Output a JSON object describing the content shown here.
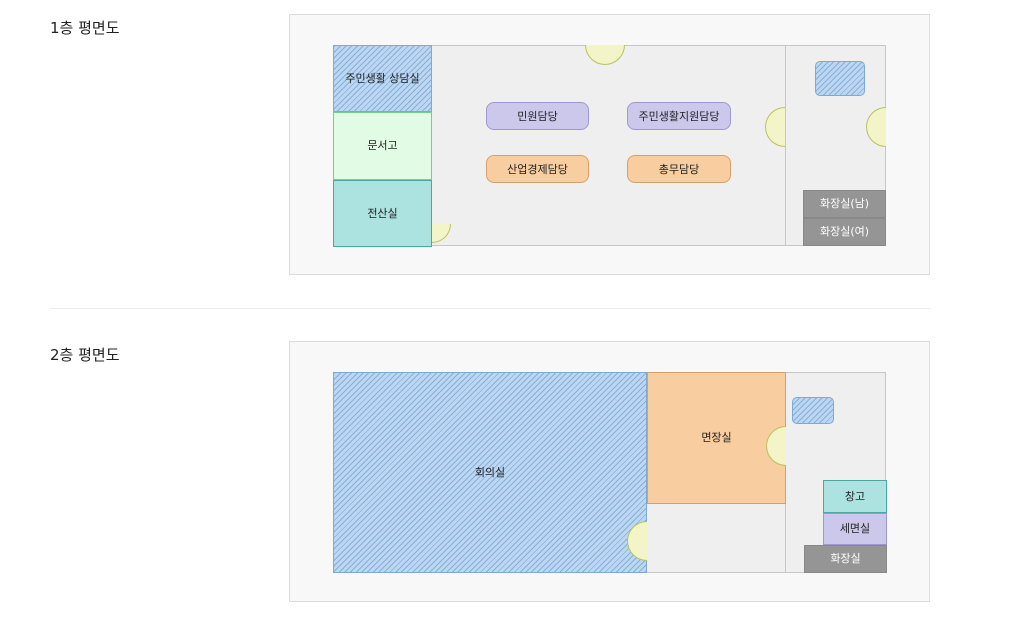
{
  "floors": [
    {
      "title": "1층 평면도",
      "rooms": {
        "consult": "주민생활 상담실",
        "archive": "문서고",
        "computer": "전산실",
        "wc_men": "화장실(남)",
        "wc_women": "화장실(여)"
      },
      "desks": {
        "civil": "민원담당",
        "welfare": "주민생활지원담당",
        "industry": "산업경제담당",
        "general": "총무담당"
      }
    },
    {
      "title": "2층 평면도",
      "rooms": {
        "meeting": "회의실",
        "chief": "면장실",
        "storage": "창고",
        "washroom": "세면실",
        "wc": "화장실"
      }
    }
  ],
  "colors": {
    "hatch_blue": "#bcd7f2",
    "light_green": "#e2fbe4",
    "teal": "#ace3e0",
    "orange": "#f8cda0",
    "lavender": "#cbc8ec",
    "restroom_gray": "#959595",
    "door_fill": "#f3f5c8"
  }
}
